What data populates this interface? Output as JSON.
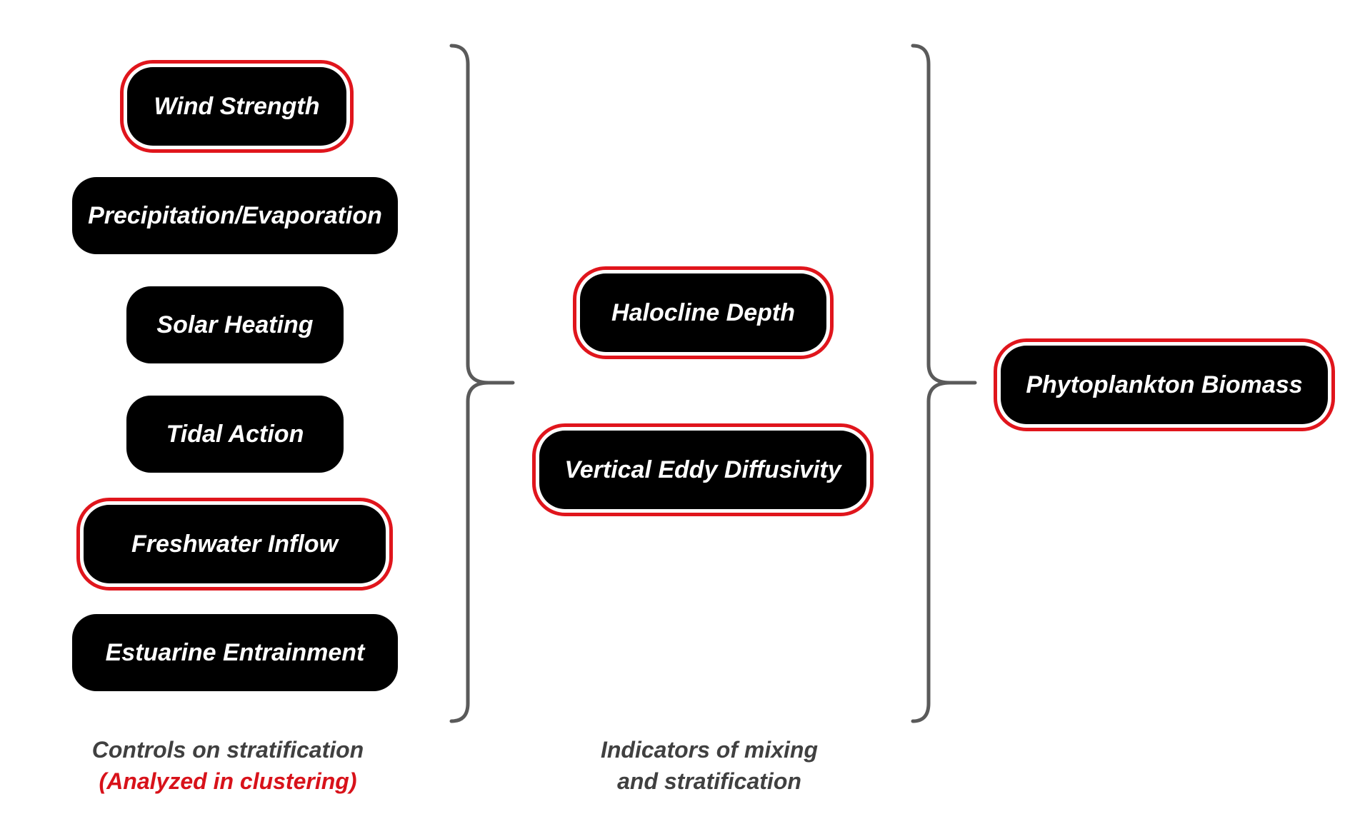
{
  "nodes": {
    "wind_strength": "Wind Strength",
    "precipitation_evaporation": "Precipitation/Evaporation",
    "solar_heating": "Solar Heating",
    "tidal_action": "Tidal Action",
    "freshwater_inflow": "Freshwater Inflow",
    "estuarine_entrainment": "Estuarine Entrainment",
    "halocline_depth": "Halocline Depth",
    "vertical_eddy_diffusivity": "Vertical Eddy Diffusivity",
    "phytoplankton_biomass": "Phytoplankton Biomass"
  },
  "captions": {
    "controls_line1": "Controls on stratification",
    "controls_line2": "(Analyzed in clustering)",
    "indicators_line1": "Indicators of mixing",
    "indicators_line2": "and stratification"
  },
  "colors": {
    "node_fill": "#000000",
    "highlight_outline": "#e0151c",
    "caption_text": "#404040",
    "caption_highlight": "#d8121a",
    "brace": "#5a5a5a"
  }
}
